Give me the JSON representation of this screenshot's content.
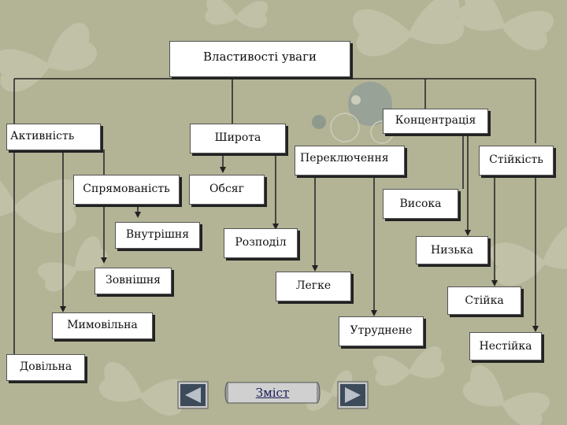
{
  "diagram": {
    "root": "Властивості уваги",
    "nodes": {
      "aktyvnist": "Активність",
      "shyrota": "Широта",
      "kontsentratsiia": "Концентрація",
      "perekliuchennia": "Переключення",
      "stiikist": "Стійкість",
      "spriamovanist": "Спрямованість",
      "obsiah": "Обсяг",
      "vysoka": "Висока",
      "vnutrishnia": "Внутрішня",
      "rozpodil": "Розподіл",
      "nyzka": "Низька",
      "zovnishnia": "Зовнішня",
      "lehke": "Легке",
      "stiika": "Стійка",
      "mymovilna": "Мимовільна",
      "utrudnene": "Утруднене",
      "nestiika": "Нестійка",
      "dovilna": "Довільна"
    }
  },
  "nav": {
    "contents_label": "Зміст",
    "prev_icon": "triangle-left-icon",
    "next_icon": "triangle-right-icon"
  },
  "theme": {
    "background": "#b3b396",
    "box_fill": "#ffffff",
    "line_color": "#222222",
    "nav_button_fill": "#3c4a5a"
  }
}
